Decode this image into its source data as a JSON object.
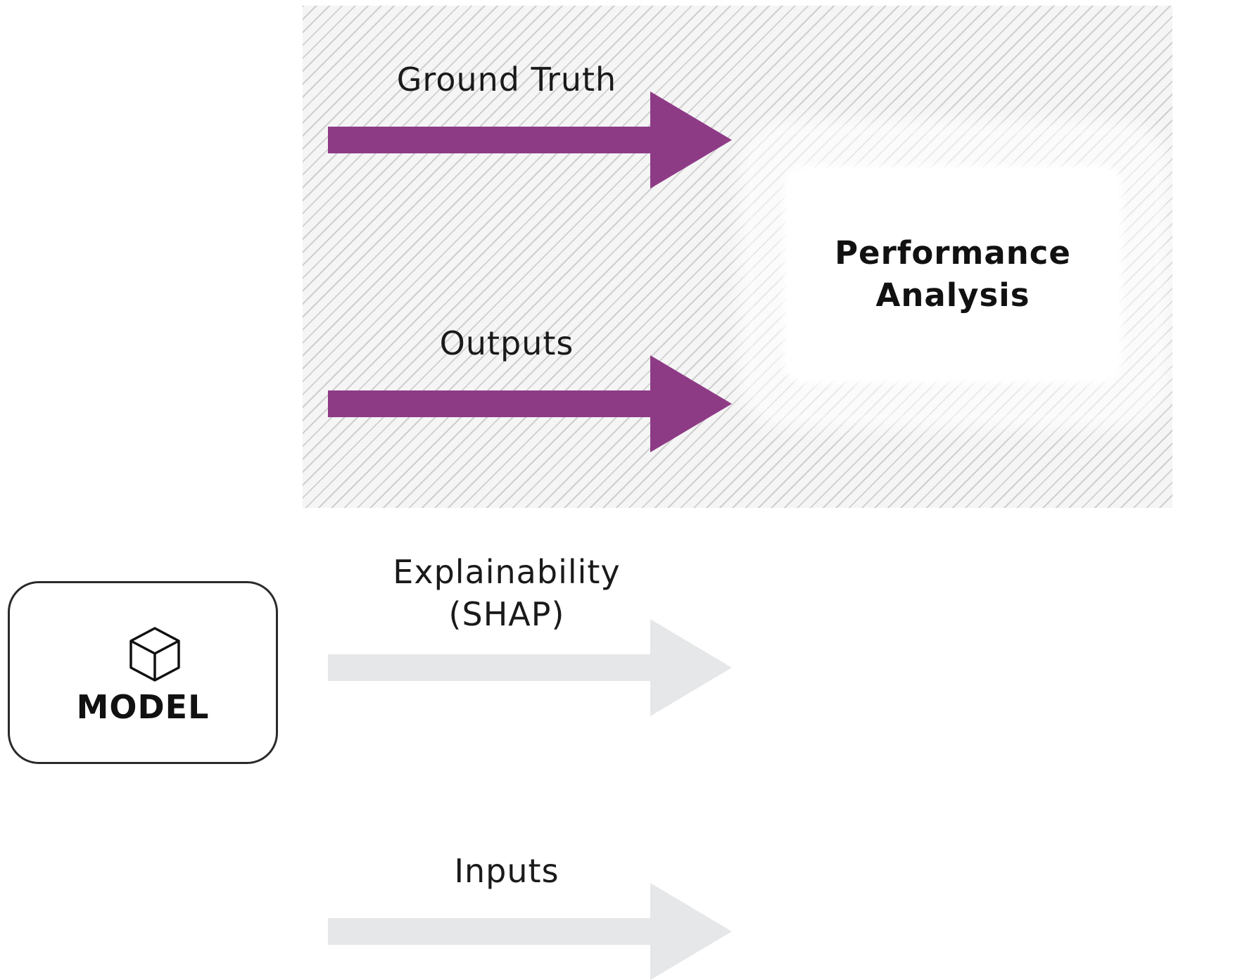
{
  "colors": {
    "active_arrow": "#8e3b86",
    "inactive_arrow": "#e6e7e8",
    "hatch_line": "#cfcfcf",
    "text": "#1a1a1a"
  },
  "flows": [
    {
      "label": "Ground Truth",
      "state": "active"
    },
    {
      "label": "Outputs",
      "state": "active"
    },
    {
      "label_line1": "Explainability",
      "label_line2": "(SHAP)",
      "state": "inactive"
    },
    {
      "label": "Inputs",
      "state": "inactive"
    }
  ],
  "performance_box": {
    "line1": "Performance",
    "line2": "Analysis"
  },
  "model_box": {
    "icon": "cube-icon",
    "label": "MODEL"
  }
}
